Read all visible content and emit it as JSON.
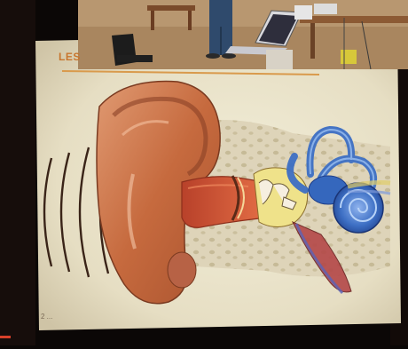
{
  "slide": {
    "title": "LES",
    "page_number": "2 ..."
  },
  "colors": {
    "background": "#0b0706",
    "screen": "#efe9d2",
    "skin": "#c66a3e",
    "canal": "#d44a2e",
    "inner_ear": "#3d6fc4",
    "title_accent": "#c8762e"
  },
  "icons": [
    "ear-diagram",
    "sound-waves",
    "cochlea",
    "laptop",
    "chair",
    "bench"
  ]
}
